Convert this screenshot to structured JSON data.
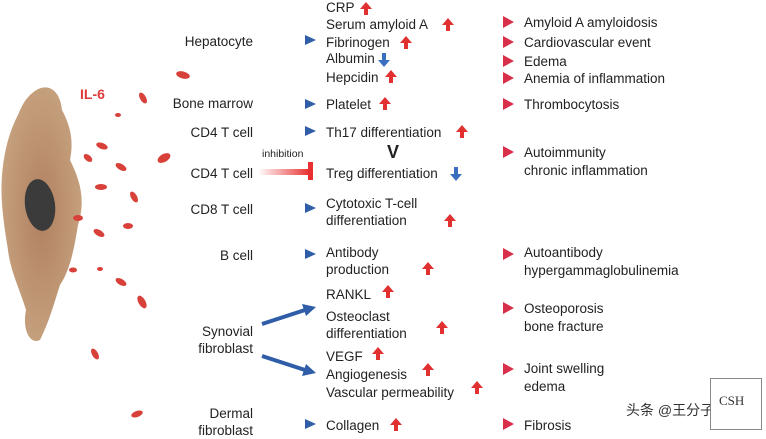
{
  "cytokine": "IL-6",
  "inhibition_label": "inhibition",
  "versus": "V",
  "cells": {
    "hepatocyte": "Hepatocyte",
    "bone_marrow": "Bone marrow",
    "cd4_1": "CD4 T cell",
    "cd4_2": "CD4 T cell",
    "cd8": "CD8 T cell",
    "bcell": "B cell",
    "synovial_1": "Synovial",
    "synovial_2": "fibroblast",
    "dermal_1": "Dermal",
    "dermal_2": "fibroblast"
  },
  "effects": {
    "crp": "CRP",
    "saa": "Serum amyloid A",
    "fibrinogen": "Fibrinogen",
    "albumin": "Albumin",
    "hepcidin": "Hepcidin",
    "platelet": "Platelet",
    "th17": "Th17 differentiation",
    "treg": "Treg differentiation",
    "cd8_1": "Cytotoxic T-cell",
    "cd8_2": "differentiation",
    "ab_1": "Antibody",
    "ab_2": "production",
    "rankl": "RANKL",
    "oc_1": "Osteoclast",
    "oc_2": "differentiation",
    "vegf": "VEGF",
    "angio": "Angiogenesis",
    "vasc": "Vascular permeability",
    "collagen": "Collagen"
  },
  "outcomes": {
    "amyloid": "Amyloid A amyloidosis",
    "cardio": "Cardiovascular event",
    "edema": "Edema",
    "anemia": "Anemia of inflammation",
    "thrombo": "Thrombocytosis",
    "auto_1": "Autoimmunity",
    "auto_2": "chronic inflammation",
    "autoab_1": "Autoantibody",
    "autoab_2": "hypergammaglobulinemia",
    "osteo_1": "Osteoporosis",
    "osteo_2": "bone fracture",
    "joint_1": "Joint swelling",
    "joint_2": "edema",
    "fibrosis": "Fibrosis"
  },
  "logo_text": "CSH",
  "watermark": "头条 @王分子",
  "colors": {
    "up_arrow": "#e03030",
    "down_arrow": "#3a6fc0",
    "blue_arrow": "#2f5da8",
    "red_arrow": "#c0304a",
    "il6": "#e03a3a"
  }
}
